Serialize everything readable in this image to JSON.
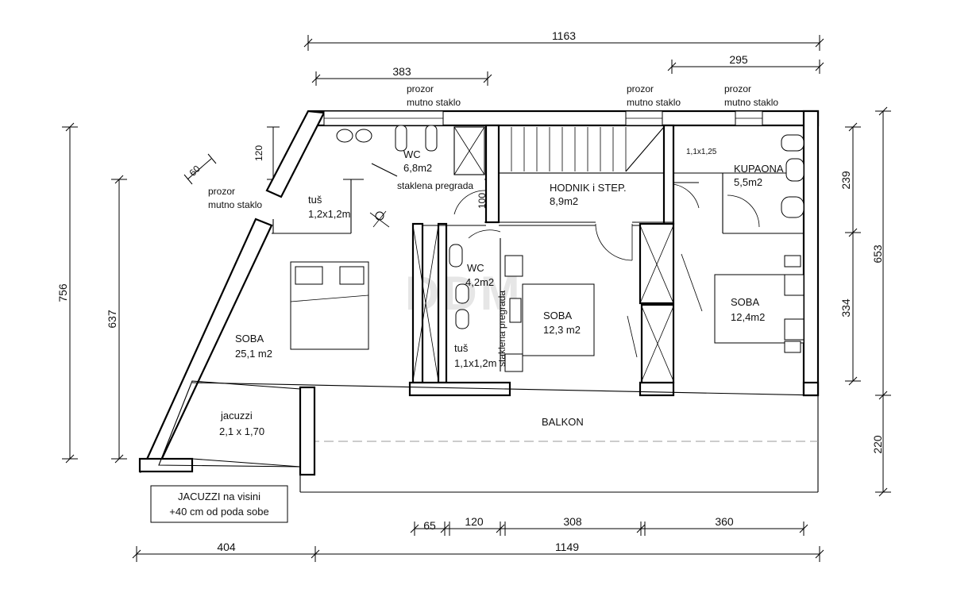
{
  "watermark": "DDM",
  "dimensions": {
    "top_total": "1163",
    "top_left": "383",
    "top_right": "295",
    "left_outer": "756",
    "left_inner": "637",
    "right_outer": "653",
    "right_upper": "239",
    "right_lower": "334",
    "right_balcony": "220",
    "bottom_left": "404",
    "bottom_total": "1149",
    "seg_65": "65",
    "seg_120": "120",
    "seg_308": "308",
    "seg_360": "360",
    "wall_120": "120",
    "wall_60": "60",
    "wall_100": "100"
  },
  "window_labels": {
    "prozor": "prozor",
    "mutno_staklo": "mutno staklo"
  },
  "rooms": {
    "wc1_name": "WC",
    "wc1_area": "6,8m2",
    "staklena_pregrada_1": "staklena pregrada",
    "tus1_name": "tuš",
    "tus1_size": "1,2x1,2m",
    "hodnik_name": "HODNIK i STEP.",
    "hodnik_area": "8,9m2",
    "storage_size": "1,1x1,25",
    "kupaona_name": "KUPAONA",
    "kupaona_area": "5,5m2",
    "wc2_name": "WC",
    "wc2_area": "4,2m2",
    "staklena_pregrada_2": "staklena pregrada",
    "tus2_name": "tuš",
    "tus2_size": "1,1x1,2m",
    "soba_big_name": "SOBA",
    "soba_big_area": "25,1 m2",
    "soba_mid_name": "SOBA",
    "soba_mid_area": "12,3 m2",
    "soba_right_name": "SOBA",
    "soba_right_area": "12,4m2",
    "jacuzzi_name": "jacuzzi",
    "jacuzzi_size": "2,1 x 1,70",
    "balkon_name": "BALKON"
  },
  "note": {
    "line1": "JACUZZI na visini",
    "line2": "+40 cm od poda sobe"
  }
}
